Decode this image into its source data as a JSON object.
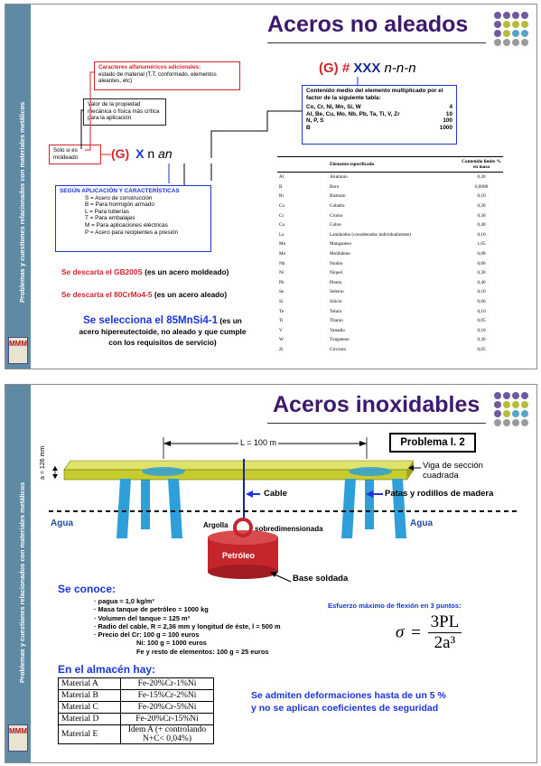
{
  "sidebar_text": "Problemas y cuestiones relacionados con materiales metálicos",
  "logo_text": "MMM",
  "slide1": {
    "title": "Aceros no aleados",
    "designation": {
      "prefix": "(G)",
      "hash": "#",
      "xxx": "XXX",
      "nnn": "n-n-n"
    },
    "designation2": {
      "prefix": "(G)",
      "x": "X",
      "n": "n",
      "an": "an"
    },
    "box_aditional": {
      "title": "Caracteres alfanuméricos adicionales:",
      "body": "estado de material (T.T, conformado, elementos aleantes, etc)"
    },
    "box_valor": "Valor de la propiedad mecánica o física más crítica para la aplicación",
    "box_solo": "Sólo si es moldeado",
    "box_contenido": {
      "title": "Contenido medio del elemento multiplicado por el factor de la siguiente tabla:",
      "rows": [
        {
          "els": "Co, Cr, Ni, Mn, Si, W",
          "factor": "4"
        },
        {
          "els": "Al, Be, Cu, Mo, Nb, Pb, Ta, Ti, V, Zr",
          "factor": "10"
        },
        {
          "els": "N, P, S",
          "factor": "100"
        },
        {
          "els": "B",
          "factor": "1000"
        }
      ]
    },
    "box_segun": {
      "title": "SEGÚN APLICACIÓN Y CARACTERÍSTICAS",
      "items": [
        "S = Acero de construcción",
        "B = Para hormigón armado",
        "L = Para tuberías",
        "T = Para embalajes",
        "M = Para aplicaciones eléctricas",
        "P = Acero para recipientes a presión"
      ]
    },
    "descarta1": {
      "red": "Se descarta el GB200S",
      "black": " (es un acero moldeado)"
    },
    "descarta2": {
      "red": "Se descarta el 80CrMo4-5",
      "black": " (es un acero aleado)"
    },
    "selecciona": {
      "blue": "Se selecciona el 85MnSi4-1",
      "black1": " (es un",
      "black2": "acero hipereutectoide, no aleado y que cumple",
      "black3": "con los requisitos de servicio)"
    },
    "props_table": {
      "headers": [
        "Elemento especificado",
        "Contenido límite % en masa"
      ],
      "rows": [
        [
          "Al",
          "Aluminio",
          "0,30"
        ],
        [
          "B",
          "Boro",
          "0,0008"
        ],
        [
          "Bi",
          "Bismuto",
          "0,10"
        ],
        [
          "Co",
          "Cobalto",
          "0,30"
        ],
        [
          "Cr",
          "Cromo",
          "0,30"
        ],
        [
          "Cu",
          "Cobre",
          "0,40"
        ],
        [
          "La",
          "Lantánidos (considerados individualmente)",
          "0,10"
        ],
        [
          "Mn",
          "Manganeso",
          "1,65"
        ],
        [
          "Mo",
          "Molibdeno",
          "0,08"
        ],
        [
          "Nb",
          "Niobio",
          "0,06"
        ],
        [
          "Ni",
          "Níquel",
          "0,30"
        ],
        [
          "Pb",
          "Plomo",
          "0,40"
        ],
        [
          "Se",
          "Selenio",
          "0,10"
        ],
        [
          "Si",
          "Silicio",
          "0,60"
        ],
        [
          "Te",
          "Teluro",
          "0,10"
        ],
        [
          "Ti",
          "Titanio",
          "0,05"
        ],
        [
          "V",
          "Vanadio",
          "0,10"
        ],
        [
          "W",
          "Tungsteno",
          "0,30"
        ],
        [
          "Zr",
          "Circonio",
          "0,05"
        ]
      ]
    }
  },
  "slide2": {
    "title": "Aceros inoxidables",
    "problema": "Problema I. 2",
    "length_label": "L = 100 m",
    "a_label": "a = 126 mm",
    "viga_label": "Viga de sección cuadrada",
    "cable_label": "Cable",
    "patas_label": "Patas y rodillos de madera",
    "agua_left": "Agua",
    "agua_right": "Agua",
    "argolla_label": "Argolla",
    "sobredim_label": "sobredimensionada",
    "petroleo_label": "Petróleo",
    "base_label": "Base soldada",
    "se_conoce": "Se conoce:",
    "known": [
      "ρagua = 1,0 kg/m³",
      "Masa tanque de petróleo = 1000 kg",
      "Volumen del tanque = 125 m³",
      "Radio del cable, R = 2,36 mm y longitud de éste, l = 500 m",
      "Precio del Cr: 100 g = 100 euros",
      "Ni: 100 g = 1000 euros",
      "Fe y resto de elementos: 100 g = 25 euros"
    ],
    "esfuerzo_label": "Esfuerzo máximo de flexión en 3 puntos:",
    "formula": {
      "sigma": "σ",
      "eq": "=",
      "num": "3PL",
      "den": "2a³"
    },
    "almacen": "En el almacén hay:",
    "materials": [
      [
        "Material A",
        "Fe-20%Cr-1%Ni"
      ],
      [
        "Material B",
        "Fe-15%Cr-2%Ni"
      ],
      [
        "Material C",
        "Fe-20%Cr-5%Ni"
      ],
      [
        "Material D",
        "Fe-20%Cr-15%Ni"
      ],
      [
        "Material E",
        "Idem A (+ controlando N+C< 0,04%)"
      ]
    ],
    "admiten1": "Se admiten deformaciones hasta de un 5 %",
    "admiten2": "y no se aplican coeficientes de seguridad"
  },
  "colors": {
    "title": "#3c1a6e",
    "red": "#d1242d",
    "blue": "#1b35d6",
    "sidebar": "#5e8aa4",
    "beam": "#c6cc2d",
    "legs": "#2e9fd8",
    "tank": "#c4262c"
  }
}
